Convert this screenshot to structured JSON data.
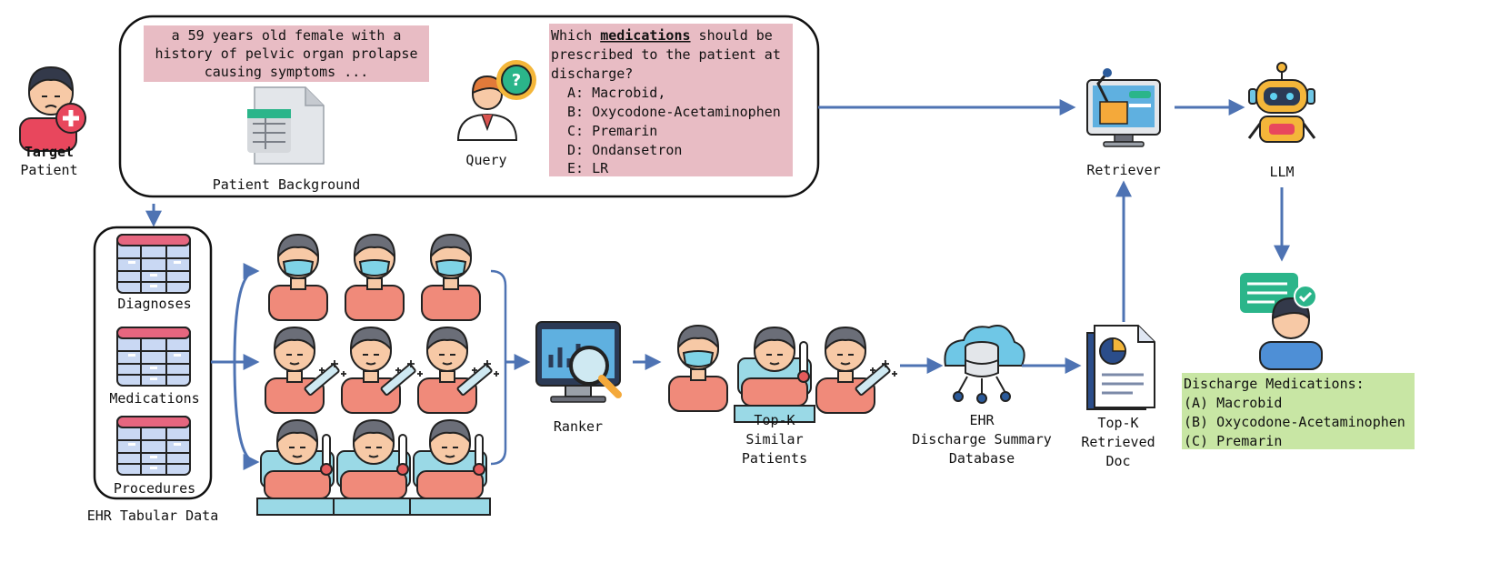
{
  "target": {
    "line1": "Target",
    "line2": "Patient"
  },
  "background": {
    "text": [
      "a 59 years old female with a",
      "history of pelvic organ prolapse",
      "causing symptoms ..."
    ],
    "label": "Patient Background"
  },
  "query": {
    "label": "Query",
    "q_prefix": "Which ",
    "q_keyword": "medications",
    "q_suffix": " should be",
    "q_line2": "prescribed to the patient at",
    "q_line3": "discharge?",
    "options": [
      "A: Macrobid,",
      "B: Oxycodone-Acetaminophen",
      "C: Premarin",
      "D: Ondansetron",
      "E: LR"
    ]
  },
  "ehr_tabular": {
    "items": [
      "Diagnoses",
      "Medications",
      "Procedures"
    ],
    "label": "EHR Tabular Data"
  },
  "ranker": {
    "label": "Ranker"
  },
  "topk_patients": {
    "label": [
      "Top-K",
      "Similar",
      "Patients"
    ]
  },
  "database": {
    "label": [
      "EHR",
      "Discharge Summary",
      "Database"
    ]
  },
  "retrieved_doc": {
    "label": [
      "Top-K",
      "Retrieved",
      "Doc"
    ]
  },
  "retriever": {
    "label": "Retriever"
  },
  "llm": {
    "label": "LLM"
  },
  "discharge_output": {
    "title": "Discharge Medications:",
    "items": [
      "(A) Macrobid",
      "(B) Oxycodone-Acetaminophen",
      "(C) Premarin"
    ]
  },
  "colors": {
    "arrow": "#4e73b3",
    "query_bg": "#e8bcc4",
    "output_bg": "#c8e6a4",
    "patient_shirt": "#f08a7a"
  },
  "icons": [
    "patient-sick-icon",
    "document-icon",
    "doctor-question-icon",
    "table-icon",
    "masked-patient-icon",
    "vaccinated-patient-icon",
    "bed-patient-icon",
    "monitor-search-icon",
    "cloud-database-icon",
    "report-icon",
    "retriever-computer-icon",
    "robot-icon",
    "person-check-icon"
  ]
}
